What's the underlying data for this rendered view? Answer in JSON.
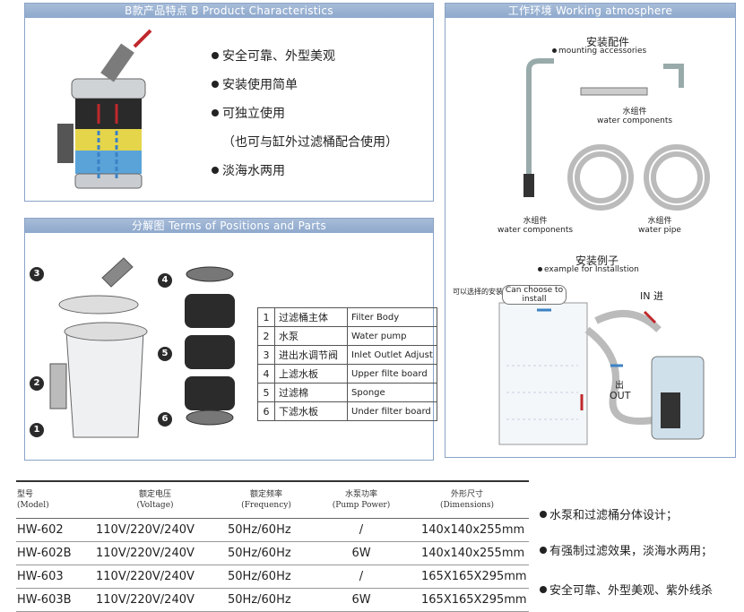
{
  "characteristics": {
    "title": "B款产品特点 B Product Characteristics",
    "bullets": [
      "安全可靠、外型美观",
      "安装使用简单",
      "可独立使用",
      "（也可与缸外过滤桶配合使用）",
      "淡海水两用"
    ]
  },
  "working": {
    "title": "工作环境 Working atmosphere",
    "mounting_cn": "安装配件",
    "mounting_en": "mounting accessories",
    "water_comp_cn_1": "水组件",
    "water_comp_en_1": "water components",
    "water_comp_cn_2": "水组件",
    "water_comp_en_2": "water components",
    "water_pipe_cn": "水组件",
    "water_pipe_en": "water pipe",
    "example_cn": "安装例子",
    "example_en": "example for Installstion",
    "optional_cn": "可以选择的安装",
    "can_choose": "Can choose to install",
    "in_label": "IN 进",
    "out_cn": "出",
    "out_label": "OUT"
  },
  "parts": {
    "title": "分解图 Terms of Positions and Parts",
    "callouts": [
      "1",
      "2",
      "3",
      "4",
      "5",
      "6"
    ],
    "rows": [
      {
        "num": "1",
        "cn": "过滤桶主体",
        "en": "Filter Body"
      },
      {
        "num": "2",
        "cn": "水泵",
        "en": "Water pump"
      },
      {
        "num": "3",
        "cn": "进出水调节阀",
        "en": "Inlet Outlet Adjust"
      },
      {
        "num": "4",
        "cn": "上滤水板",
        "en": "Upper filte board"
      },
      {
        "num": "5",
        "cn": "过滤棉",
        "en": "Sponge"
      },
      {
        "num": "6",
        "cn": "下滤水板",
        "en": "Under filter board"
      }
    ]
  },
  "specs": {
    "headers": [
      {
        "cn": "型号",
        "en": "(Model)"
      },
      {
        "cn": "额定电压",
        "en": "(Voltage)"
      },
      {
        "cn": "额定频率",
        "en": "(Frequency)"
      },
      {
        "cn": "水泵功率",
        "en": "(Pump Power)"
      },
      {
        "cn": "外形尺寸",
        "en": "(Dimensions)"
      }
    ],
    "rows": [
      [
        "HW-602",
        "110V/220V/240V",
        "50Hz/60Hz",
        "/",
        "140x140x255mm"
      ],
      [
        "HW-602B",
        "110V/220V/240V",
        "50Hz/60Hz",
        "6W",
        "140x140x255mm"
      ],
      [
        "HW-603",
        "110V/220V/240V",
        "50Hz/60Hz",
        "/",
        "165X165X295mm"
      ],
      [
        "HW-603B",
        "110V/220V/240V",
        "50Hz/60Hz",
        "6W",
        "165X165X295mm"
      ]
    ]
  },
  "features": [
    "水泵和过滤桶分体设计；",
    "有强制过滤效果，淡海水两用；",
    "安全可靠、外型美观、紫外线杀"
  ],
  "colors": {
    "header": "#8ea9cd",
    "arrow_red": "#c0282c",
    "arrow_blue": "#3b82c4"
  }
}
